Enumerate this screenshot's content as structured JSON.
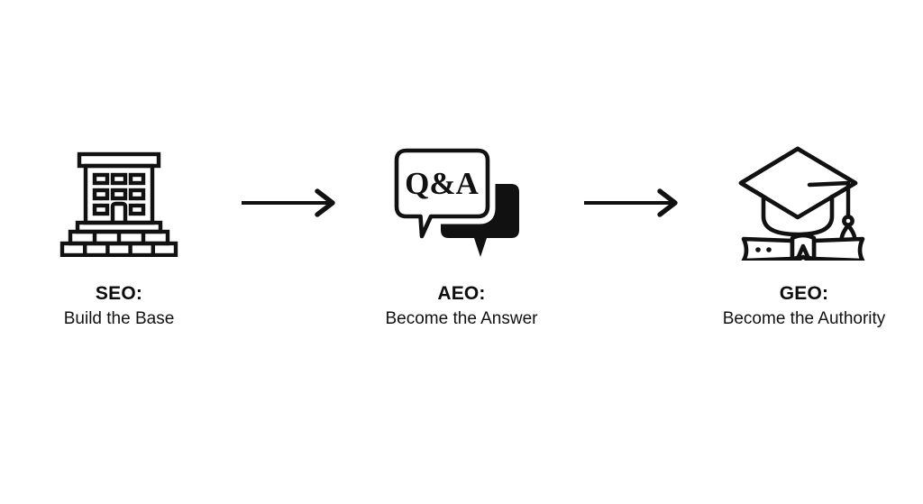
{
  "diagram": {
    "type": "process-flow",
    "background_color": "#ffffff",
    "stroke_color": "#111111",
    "stages": [
      {
        "id": "seo",
        "icon": "office-building-on-brick-foundation-icon",
        "title": "SEO:",
        "subtitle": "Build the Base"
      },
      {
        "id": "aeo",
        "icon": "qa-speech-bubbles-icon",
        "icon_text": "Q&A",
        "title": "AEO:",
        "subtitle": "Become the Answer"
      },
      {
        "id": "geo",
        "icon": "graduation-cap-diploma-icon",
        "title": "GEO:",
        "subtitle": "Become the Authority"
      }
    ],
    "connectors": [
      {
        "id": "arrow-seo-to-aeo",
        "icon": "arrow-right-icon"
      },
      {
        "id": "arrow-aeo-to-geo",
        "icon": "arrow-right-icon"
      }
    ]
  }
}
